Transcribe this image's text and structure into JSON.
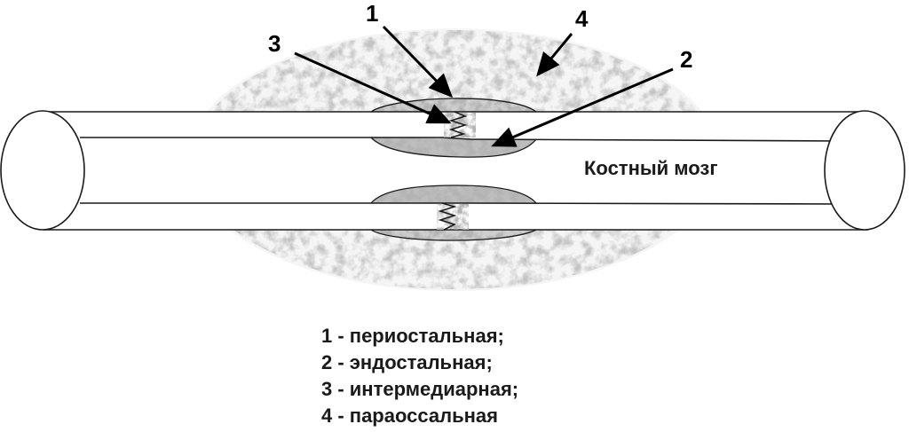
{
  "diagram": {
    "marrow_label": "Костный мозг",
    "callouts": [
      {
        "number": "1"
      },
      {
        "number": "2"
      },
      {
        "number": "3"
      },
      {
        "number": "4"
      }
    ],
    "legend": [
      {
        "text": "1 - периостальная;"
      },
      {
        "text": "2 - эндостальная;"
      },
      {
        "text": "3 - интермедиарная;"
      },
      {
        "text": "4 - параоссальная"
      }
    ],
    "colors": {
      "outline": "#1a1a1a",
      "callus_gray": "#9a9a9a",
      "background": "#ffffff"
    }
  }
}
